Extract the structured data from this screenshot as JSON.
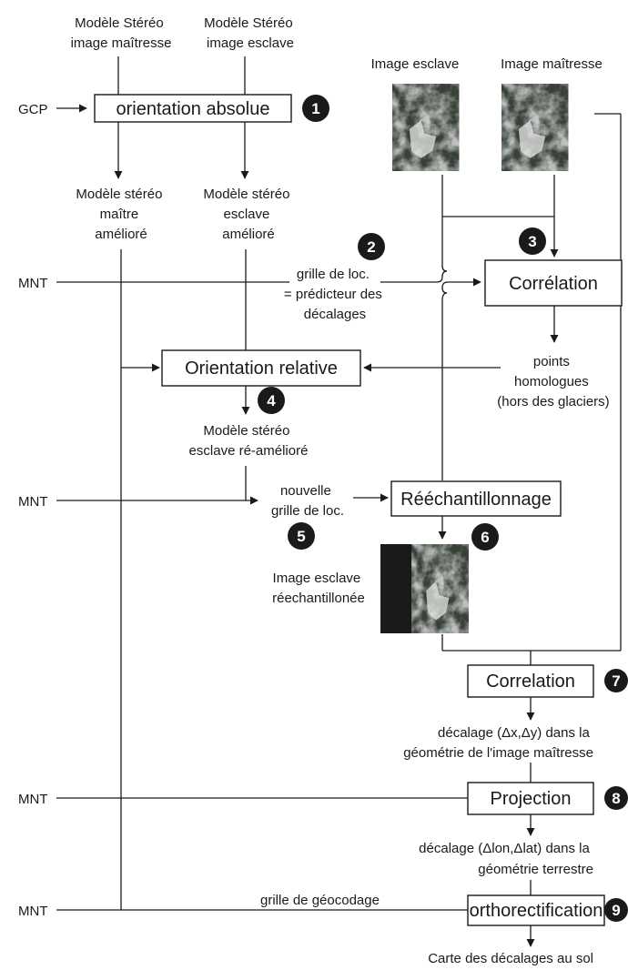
{
  "inputs": {
    "master_model": [
      "Modèle Stéréo",
      "image maîtresse"
    ],
    "slave_model": [
      "Modèle Stéréo",
      "image esclave"
    ],
    "gcp": "GCP",
    "mnt": "MNT"
  },
  "images": {
    "slave": "Image esclave",
    "master": "Image maîtresse",
    "resampled": [
      "Image esclave",
      "réechantillonée"
    ]
  },
  "boxes": {
    "absolute_orientation": "orientation absolue",
    "correlation_1": "Corrélation",
    "relative_orientation": "Orientation relative",
    "resampling": "Rééchantillonnage",
    "correlation_2": "Correlation",
    "projection": "Projection",
    "orthorectification": "orthorectification"
  },
  "labels": {
    "improved_master": [
      "Modèle stéréo",
      "maître",
      "amélioré"
    ],
    "improved_slave": [
      "Modèle stéréo",
      "esclave",
      "amélioré"
    ],
    "loc_grid": [
      "grille de loc.",
      "= prédicteur des",
      "décalages"
    ],
    "homologous_points": [
      "points",
      "homologues",
      "(hors des glaciers)"
    ],
    "reimproved_slave": [
      "Modèle stéréo",
      "esclave ré-amélioré"
    ],
    "new_grid": [
      "nouvelle",
      "grille de loc."
    ],
    "offset_image": [
      "décalage (Δx,Δy) dans la",
      "géométrie de l'image maîtresse"
    ],
    "offset_ground": [
      "décalage (Δlon,Δlat) dans la",
      "géométrie terrestre"
    ],
    "geocoding_grid": "grille de géocodage",
    "final_map": "Carte des décalages au sol"
  },
  "steps": [
    "1",
    "2",
    "3",
    "4",
    "5",
    "6",
    "7",
    "8",
    "9"
  ]
}
